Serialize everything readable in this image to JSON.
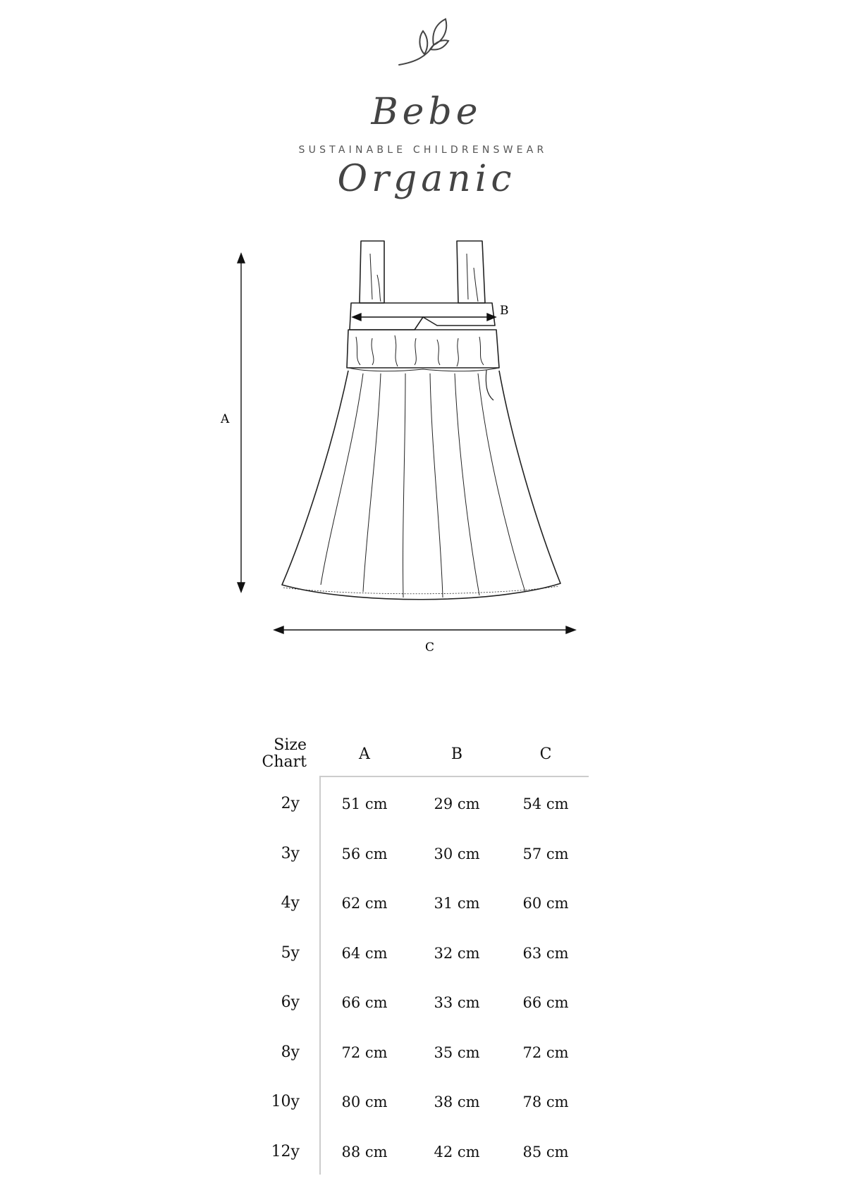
{
  "brand": {
    "name": "Bebe Organic",
    "tagline": "SUSTAINABLE CHILDRENSWEAR"
  },
  "diagram": {
    "label_a": "A",
    "label_b": "B",
    "label_c": "C"
  },
  "size_chart": {
    "title_line1": "Size",
    "title_line2": "Chart",
    "columns": [
      "A",
      "B",
      "C"
    ],
    "rows": [
      {
        "size": "2y",
        "values": [
          "51 cm",
          "29 cm",
          "54 cm"
        ]
      },
      {
        "size": "3y",
        "values": [
          "56 cm",
          "30 cm",
          "57 cm"
        ]
      },
      {
        "size": "4y",
        "values": [
          "62 cm",
          "31 cm",
          "60 cm"
        ]
      },
      {
        "size": "5y",
        "values": [
          "64 cm",
          "32 cm",
          "63 cm"
        ]
      },
      {
        "size": "6y",
        "values": [
          "66 cm",
          "33 cm",
          "66 cm"
        ]
      },
      {
        "size": "8y",
        "values": [
          "72 cm",
          "35 cm",
          "72 cm"
        ]
      },
      {
        "size": "10y",
        "values": [
          "80 cm",
          "38 cm",
          "78 cm"
        ]
      },
      {
        "size": "12y",
        "values": [
          "88 cm",
          "42 cm",
          "85 cm"
        ]
      }
    ]
  }
}
